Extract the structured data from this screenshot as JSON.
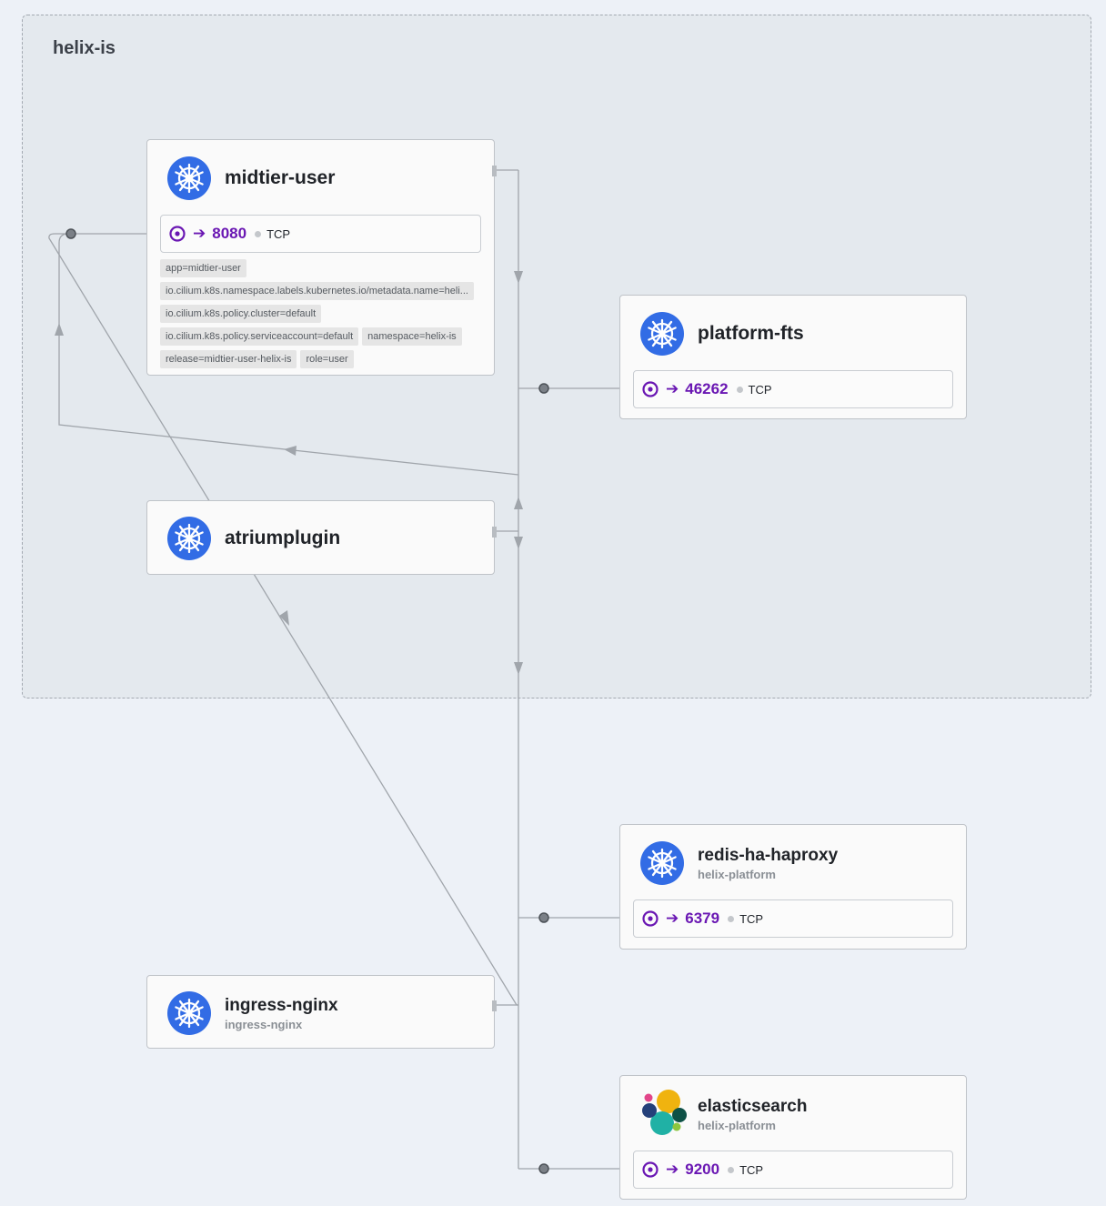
{
  "namespace": {
    "title": "helix-is"
  },
  "nodes": {
    "midtier_user": {
      "name": "midtier-user",
      "port": "8080",
      "protocol": "TCP",
      "labels": [
        "app=midtier-user",
        "io.cilium.k8s.namespace.labels.kubernetes.io/metadata.name=heli...",
        "io.cilium.k8s.policy.cluster=default",
        "io.cilium.k8s.policy.serviceaccount=default",
        "namespace=helix-is",
        "release=midtier-user-helix-is",
        "role=user"
      ]
    },
    "platform_fts": {
      "name": "platform-fts",
      "port": "46262",
      "protocol": "TCP"
    },
    "atriumplugin": {
      "name": "atriumplugin"
    },
    "redis_ha_haproxy": {
      "name": "redis-ha-haproxy",
      "namespace": "helix-platform",
      "port": "6379",
      "protocol": "TCP"
    },
    "ingress_nginx": {
      "name": "ingress-nginx",
      "namespace": "ingress-nginx"
    },
    "elasticsearch": {
      "name": "elasticsearch",
      "namespace": "helix-platform",
      "port": "9200",
      "protocol": "TCP"
    }
  },
  "colors": {
    "k8s_blue": "#326ce5",
    "port_purple": "#6a17b3",
    "edge_gray": "#a0a5ab"
  },
  "icons": {
    "workload": "kubernetes-helm-icon",
    "elasticsearch": "elasticsearch-logo-icon",
    "port": "port-target-icon"
  }
}
